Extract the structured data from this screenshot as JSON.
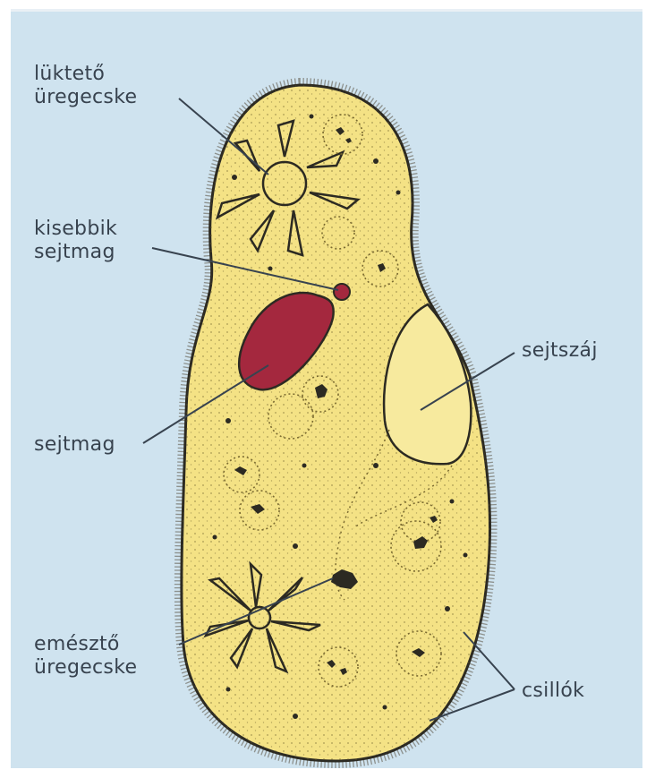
{
  "colors": {
    "background": "#cfe3ef",
    "cell_body": "#f4e285",
    "nucleus": "#a4283e",
    "outline": "#2c2a22",
    "label_text": "#38434f"
  },
  "labels": {
    "contractile_vacuole": {
      "line1": "lüktető",
      "line2": "üregecske"
    },
    "micronucleus": {
      "line1": "kisebbik",
      "line2": "sejtmag"
    },
    "macronucleus": {
      "line1": "sejtmag"
    },
    "oral_groove": {
      "line1": "sejtszáj"
    },
    "food_vacuole": {
      "line1": "emésztő",
      "line2": "üregecske"
    },
    "cilia": {
      "line1": "csillók"
    }
  }
}
